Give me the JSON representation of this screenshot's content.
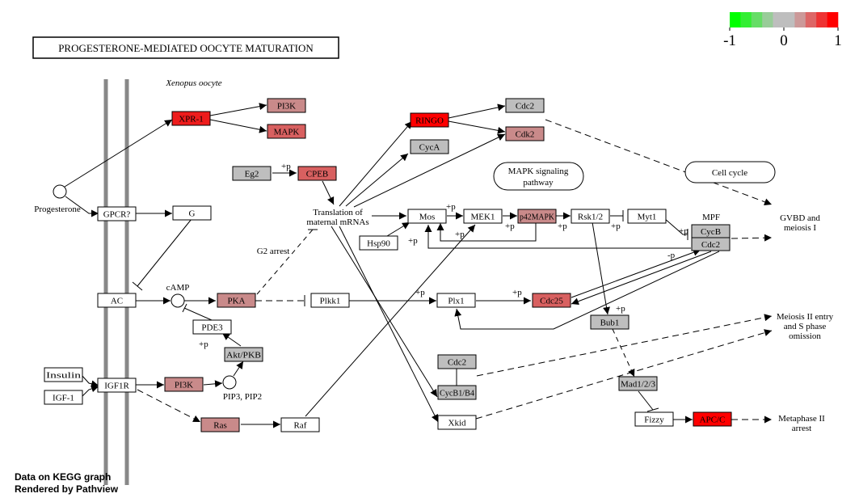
{
  "title": "PROGESTERONE-MEDIATED OOCYTE MATURATION",
  "organism_label": "Xenopus oocyte",
  "colors": {
    "red_strong": "#ee1c1c",
    "red_full": "#ff0000",
    "red_medium": "#d86060",
    "red_light": "#c98a8a",
    "grey": "#bebebe",
    "white": "#ffffff",
    "membrane": "#888888"
  },
  "legend": {
    "swatches": [
      "#00ff00",
      "#33ee33",
      "#66dd66",
      "#99cc99",
      "#bebebe",
      "#bebebe",
      "#cc9999",
      "#dd6666",
      "#ee3333",
      "#ff0000"
    ],
    "ticks": [
      "-1",
      "0",
      "1"
    ]
  },
  "nodes": {
    "xpr1": "XPR-1",
    "pi3k_top": "PI3K",
    "mapk_top": "MAPK",
    "ringo": "RINGO",
    "cdc2_top": "Cdc2",
    "cdk2": "Cdk2",
    "cyca": "CycA",
    "eg2": "Eg2",
    "cpeb": "CPEB",
    "gpcr": "GPCR?",
    "g": "G",
    "mos": "Mos",
    "mek1": "MEK1",
    "p42mapk": "p42MAPK",
    "rsk12": "Rsk1/2",
    "myt1": "Myt1",
    "hsp90": "Hsp90",
    "cycb": "CycB",
    "cdc2_mpf": "Cdc2",
    "ac": "AC",
    "pka": "PKA",
    "plkk1": "Plkk1",
    "plx1": "Plx1",
    "cdc25": "Cdc25",
    "pde3": "PDE3",
    "aktpkb": "Akt/PKB",
    "bub1": "Bub1",
    "cdc2_mid": "Cdc2",
    "cycb1b4": "CycB1/B4",
    "insulin": "Insulin",
    "igf1": "IGF-1",
    "igf1r": "IGF1R",
    "pi3k_bottom": "PI3K",
    "mad123": "Mad1/2/3",
    "ras": "Ras",
    "raf": "Raf",
    "xkid": "Xkid",
    "fizzy": "Fizzy",
    "apcc": "APC/C"
  },
  "pathway_links": {
    "mapk_signaling": [
      "MAPK signaling",
      "pathway"
    ],
    "cell_cycle": "Cell cycle"
  },
  "labels": {
    "progesterone": "Progesterone",
    "camp": "cAMP",
    "pip3": "PIP3, PIP2",
    "translation": [
      "Translation of",
      "maternal mRNAs"
    ],
    "g2_arrest": "G2 arrest",
    "mpf": "MPF",
    "gvbd": [
      "GVBD and",
      "meiosis I"
    ],
    "meiosis2": [
      "Meiosis II entry",
      "and S phase",
      "omission"
    ],
    "metaphase2": [
      "Metaphase II",
      "arrest"
    ],
    "plus_p": "+p",
    "minus_p": "-p"
  },
  "credits": [
    "Data on KEGG graph",
    "Rendered by Pathview"
  ]
}
